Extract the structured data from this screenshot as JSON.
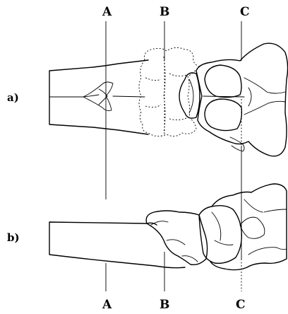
{
  "figure": {
    "section_labels_top": [
      "A",
      "B",
      "C"
    ],
    "section_labels_bottom": [
      "A",
      "B",
      "C"
    ],
    "row_labels": [
      "a)",
      "b)"
    ]
  }
}
